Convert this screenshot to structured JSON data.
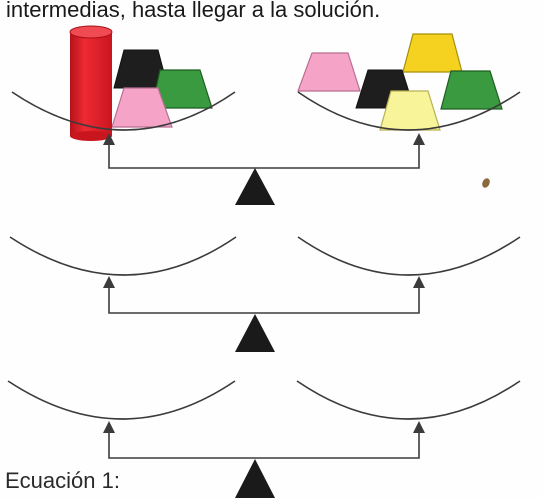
{
  "text": {
    "intro": "intermedias, hasta llegar a la solución.",
    "equation_label": "Ecuación 1:"
  },
  "colors": {
    "line": "#3b3b3b",
    "cylinder": "#e8202a",
    "pink": "#f5a3c7",
    "black": "#1e1e1e",
    "green": "#3a9a3f",
    "yellow": "#f5d21f",
    "light_yellow": "#f8f49a",
    "fulcrum": "#1a1a1a"
  },
  "balances": [
    {
      "left_pan": [
        "cylinder",
        "black-trapezoid",
        "green-trapezoid",
        "pink-trapezoid"
      ],
      "right_pan": [
        "pink-trapezoid",
        "yellow-trapezoid",
        "black-trapezoid",
        "green-trapezoid",
        "light-yellow-trapezoid"
      ]
    },
    {
      "left_pan": [],
      "right_pan": []
    },
    {
      "left_pan": [],
      "right_pan": []
    }
  ]
}
